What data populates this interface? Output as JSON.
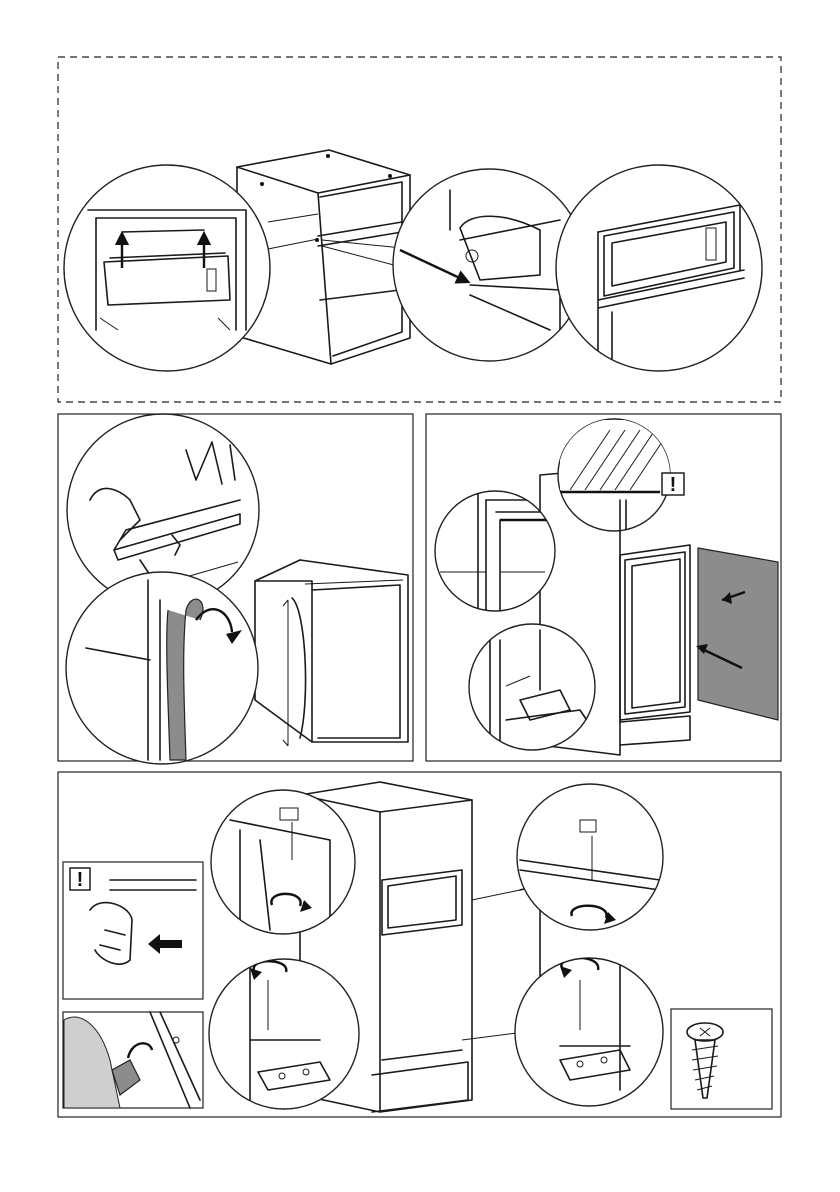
{
  "figure": {
    "warning_symbol": "!",
    "panels": [
      {
        "id": "panel-1",
        "content": "remove-top-shelf-hinge-detail"
      },
      {
        "id": "panel-2",
        "content": "measure-and-apply-seal-strip"
      },
      {
        "id": "panel-3",
        "content": "insert-appliance-into-cabinet"
      },
      {
        "id": "panel-4",
        "content": "screw-appliance-to-cabinet"
      }
    ],
    "icons": [
      "arrow-icon",
      "warning-icon",
      "screw-icon",
      "rotate-arrow-icon",
      "folding-ruler-icon",
      "hand-icon"
    ],
    "colors": {
      "line": "#1a1a1a",
      "panel_fill": "#8c8c8c",
      "background": "#ffffff"
    }
  }
}
